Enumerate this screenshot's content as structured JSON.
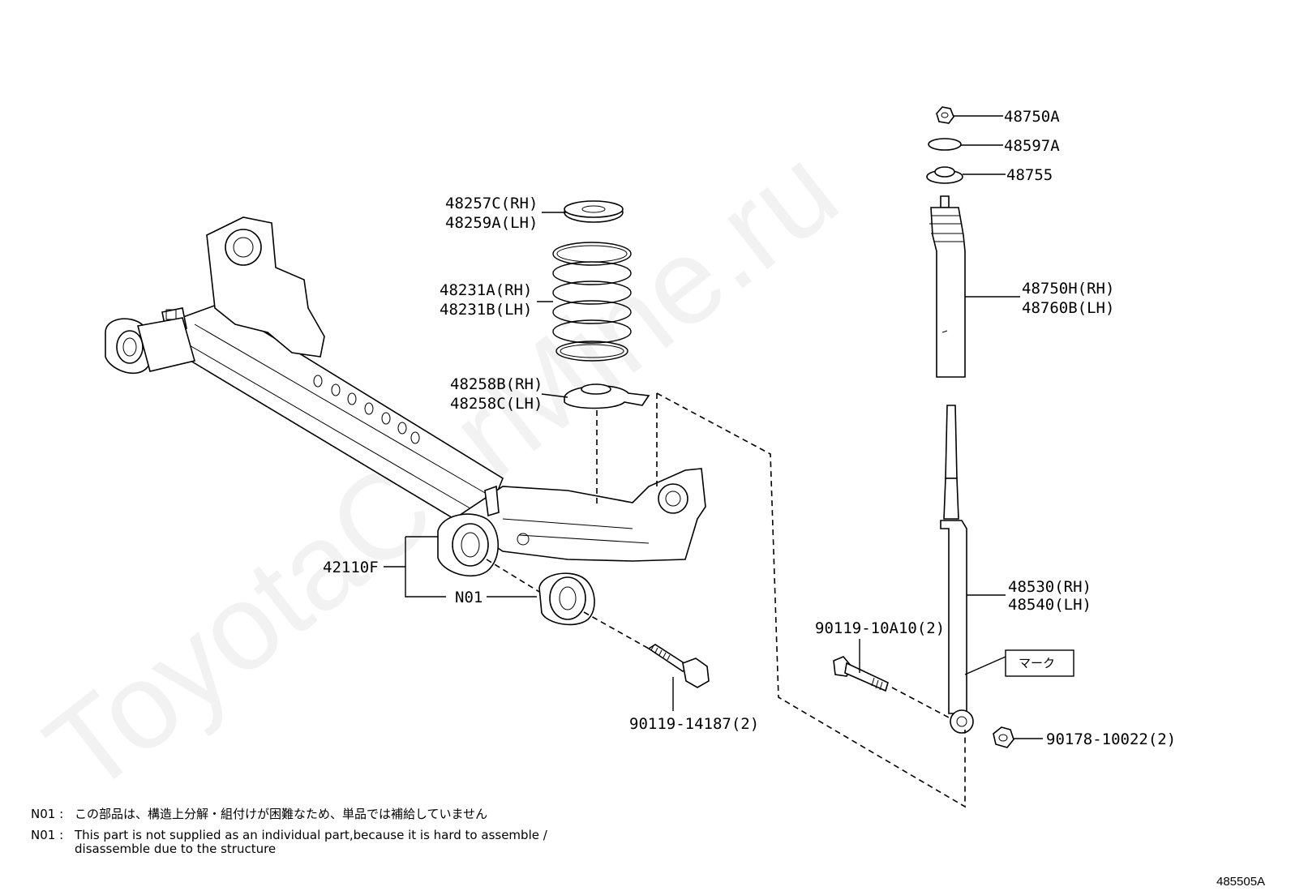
{
  "watermark": "ToyotaCarMine.ru",
  "labels": {
    "p48750A": "48750A",
    "p48597A": "48597A",
    "p48755": "48755",
    "p48257C": "48257C(RH)",
    "p48259A": "48259A(LH)",
    "p48231A": "48231A(RH)",
    "p48231B": "48231B(LH)",
    "p48258B": "48258B(RH)",
    "p48258C": "48258C(LH)",
    "p48750H": "48750H(RH)",
    "p48760B": "48760B(LH)",
    "p42110F": "42110F",
    "pN01": "N01",
    "p48530": "48530(RH)",
    "p48540": "48540(LH)",
    "p9011910A10": "90119-10A10(2)",
    "mark": "マーク",
    "p9011914187": "90119-14187(2)",
    "p9017810022": "90178-10022(2)"
  },
  "notes": {
    "jp_key": "N01 :",
    "jp_text": "この部品は、構造上分解・組付けが困難なため、単品では補給していません",
    "en_key": "N01 :",
    "en_line1": "This part is not supplied as an individual part,because it is hard to assemble /",
    "en_line2": "disassemble due to the structure"
  },
  "diagram_code": "485505A"
}
